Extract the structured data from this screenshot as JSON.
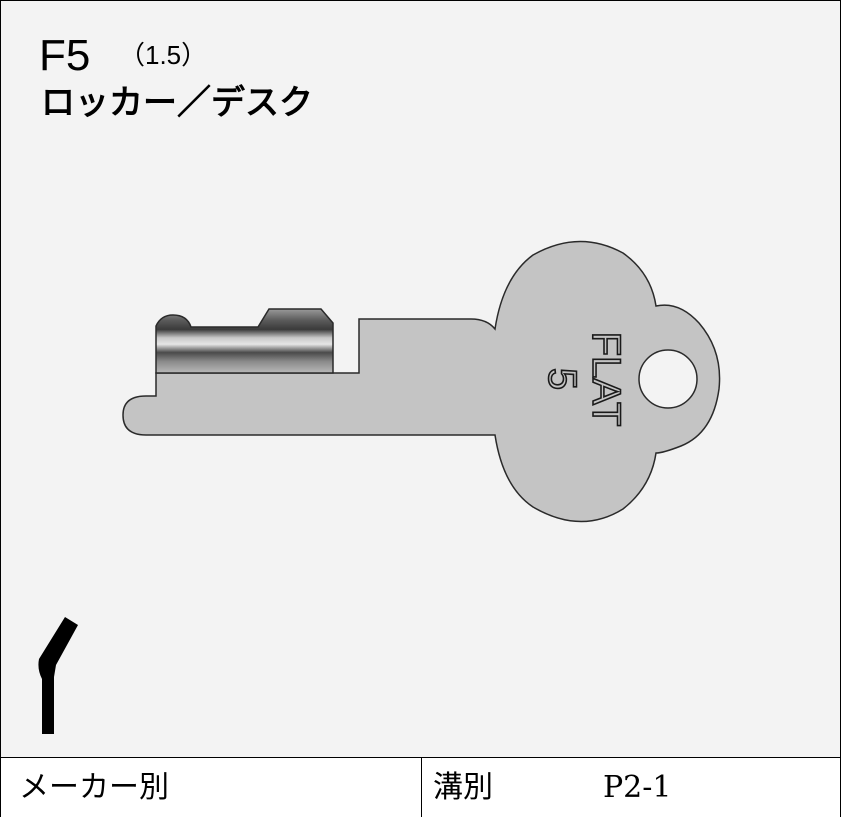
{
  "header": {
    "title": "F5",
    "code": "（1.5）",
    "subtitle": "ロッカー／デスク"
  },
  "key": {
    "stamp_line1": "FLAT",
    "stamp_line2": "5"
  },
  "footer": {
    "maker_label": "メーカー別",
    "groove_label": "溝別",
    "groove_value": "P2-1"
  }
}
